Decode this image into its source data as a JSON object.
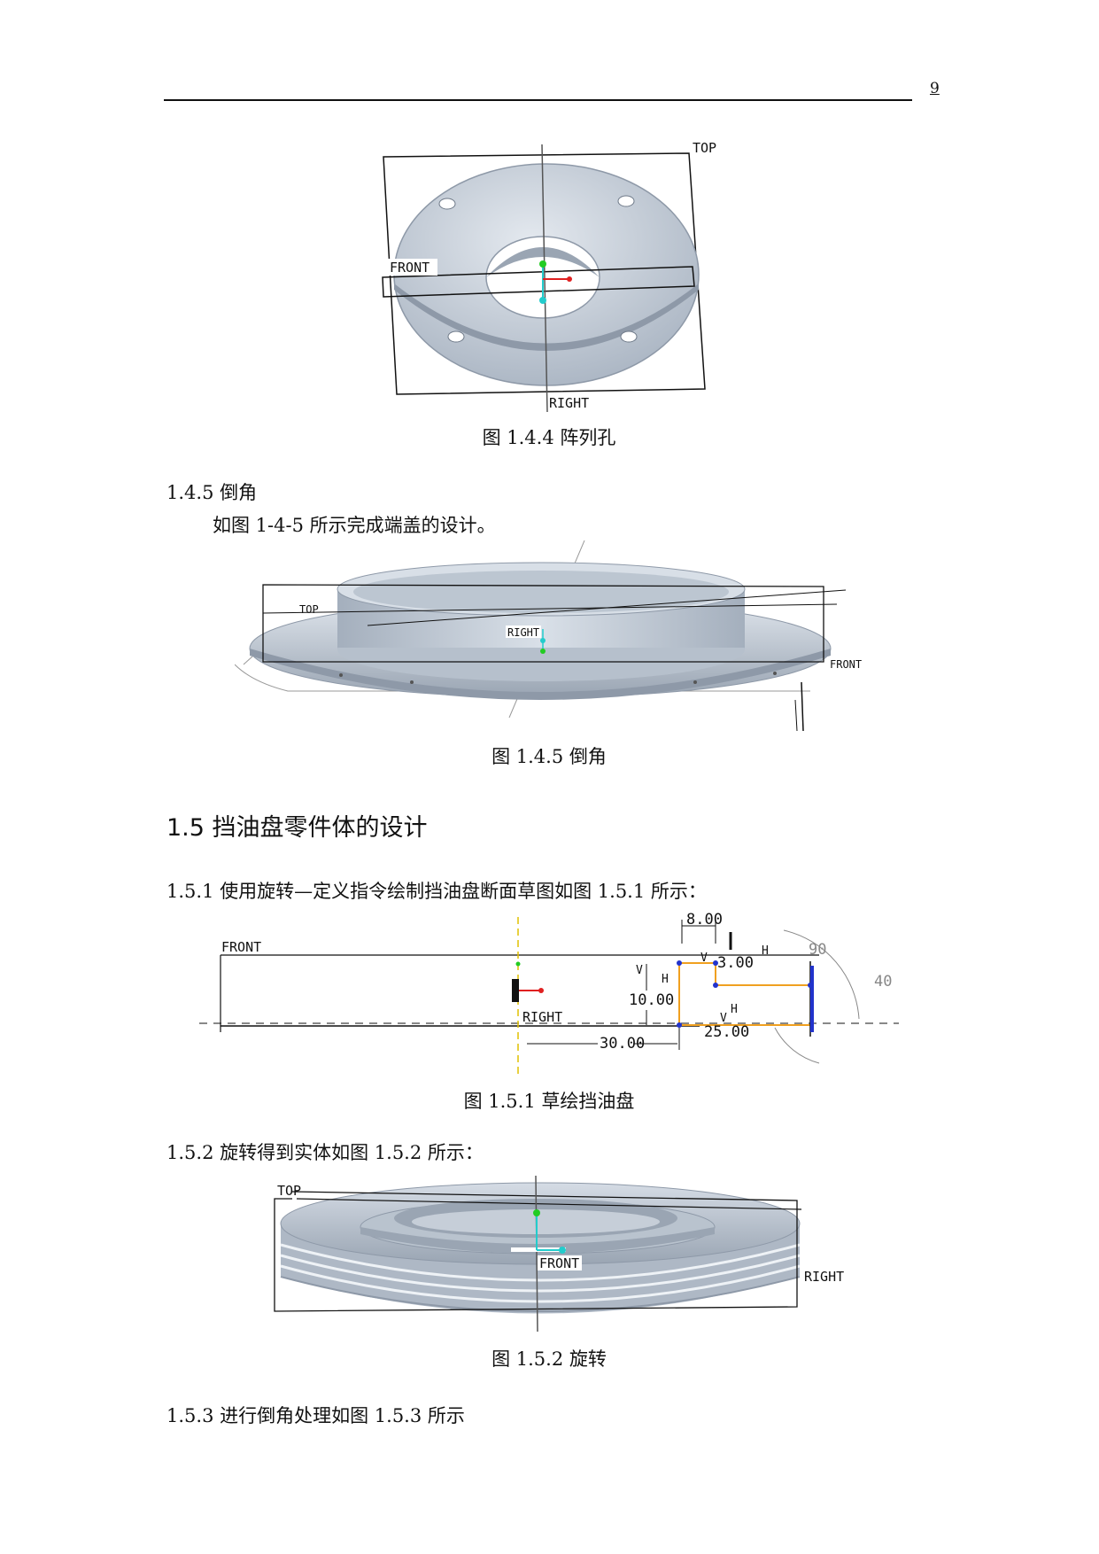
{
  "header": {
    "page_number": "9"
  },
  "figures": {
    "fig_1_4_4": {
      "caption": "图 1.4.4 阵列孔",
      "labels": {
        "top": "TOP",
        "front": "FRONT",
        "right": "RIGHT"
      }
    },
    "fig_1_4_5": {
      "caption": "图 1.4.5 倒角",
      "labels": {
        "top": "TOP",
        "right": "RIGHT",
        "front": "FRONT"
      }
    },
    "fig_1_5_1": {
      "caption": "图 1.5.1 草绘挡油盘",
      "labels": {
        "front": "FRONT",
        "right": "RIGHT"
      },
      "dimensions": {
        "d1": "8.00",
        "d2": "3.00",
        "d3": "10.00",
        "d4": "25.00",
        "d5": "30.00",
        "d6": "90",
        "d7": "40"
      },
      "markers": {
        "h": "H",
        "v": "V"
      }
    },
    "fig_1_5_2": {
      "caption": "图 1.5.2 旋转",
      "labels": {
        "top": "TOP",
        "front": "FRONT",
        "right": "RIGHT"
      }
    }
  },
  "text": {
    "sub_1_4_5": "1.4.5 倒角",
    "para_1_4_5": "如图 1-4-5 所示完成端盖的设计。",
    "section_1_5": "1.5 挡油盘零件体的设计",
    "sub_1_5_1": "1.5.1 使用旋转—定义指令绘制挡油盘断面草图如图 1.5.1 所示：",
    "sub_1_5_2": "1.5.2 旋转得到实体如图 1.5.2 所示：",
    "sub_1_5_3": "1.5.3 进行倒角处理如图 1.5.3 所示"
  },
  "colors": {
    "part_fill": "#c3ccd8",
    "part_shade": "#8e99a8",
    "part_light": "#e4e9ef",
    "axis_green": "#22cc22",
    "axis_cyan": "#22cccc",
    "axis_red": "#e02020",
    "sketch_orange": "#f0a020",
    "sketch_blue": "#2233cc",
    "sketch_yellow": "#e0c000"
  }
}
